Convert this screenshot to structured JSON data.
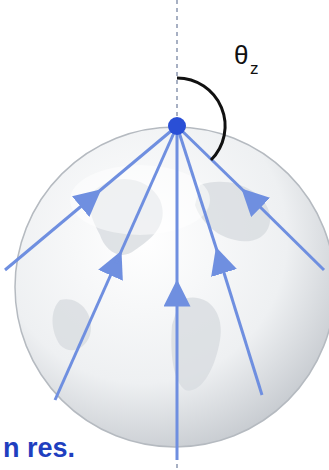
{
  "diagram": {
    "labels": [
      "θ",
      "z",
      "n res."
    ]
  }
}
